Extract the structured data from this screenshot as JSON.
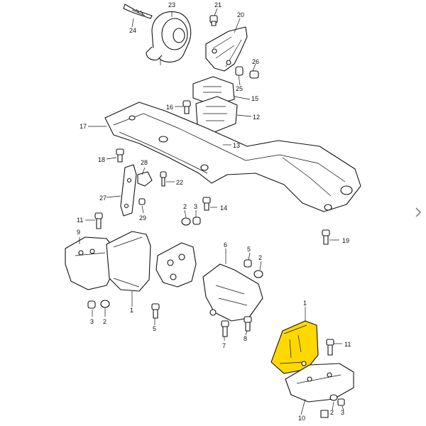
{
  "diagram": {
    "callouts": {
      "c1a": "1",
      "c1b": "1",
      "c2a": "2",
      "c2b": "2",
      "c2c": "2",
      "c2d": "2",
      "c3a": "3",
      "c3b": "3",
      "c3c": "3",
      "c5": "5",
      "c6": "6",
      "c7": "7",
      "c8": "8",
      "c9": "9",
      "c10": "10",
      "c11a": "11",
      "c11b": "11",
      "c12": "12",
      "c13": "13",
      "c14": "14",
      "c15": "15",
      "c16": "16",
      "c17": "17",
      "c18": "18",
      "c19": "19",
      "c20": "20",
      "c21": "21",
      "c22": "22",
      "c23": "23",
      "c24": "24",
      "c25": "25",
      "c26": "26",
      "c27": "27",
      "c28": "28",
      "c29": "29"
    },
    "highlight_color": "#ffd800",
    "highlighted_part": "1"
  },
  "nav": {
    "next_icon": "chevron-right-icon"
  }
}
